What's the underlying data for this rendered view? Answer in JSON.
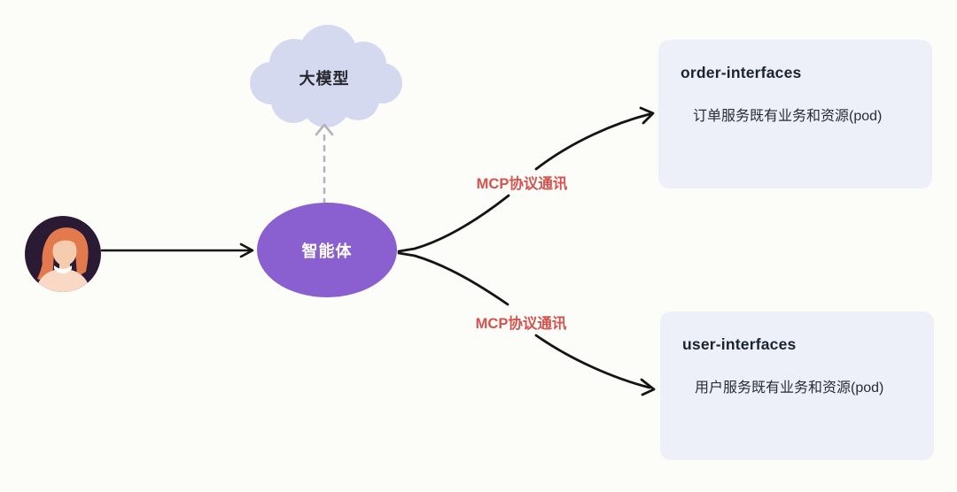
{
  "diagram": {
    "background_color": "#fcfcf9",
    "user": {
      "icon": "female-user-avatar-icon",
      "avatar_bg_color": "#2a1a33",
      "hair_color": "#e27a4e",
      "skin_color": "#f6ccae",
      "shirt_color": "#f9d9c3"
    },
    "model_cloud": {
      "label": "大模型",
      "shape": "cloud",
      "fill_color": "#d4d9ef"
    },
    "agent": {
      "label": "智能体",
      "shape": "ellipse",
      "fill_color": "#8a60d0",
      "text_color": "#ffffff"
    },
    "edges": {
      "user_to_agent": {
        "style": "solid-arrow",
        "color": "#141414"
      },
      "agent_to_model": {
        "style": "dashed-arrow",
        "color": "#b3b4bc"
      },
      "top": {
        "label": "MCP协议通讯",
        "style": "curved-arrow",
        "color": "#141414"
      },
      "bottom": {
        "label": "MCP协议通讯",
        "style": "curved-arrow",
        "color": "#141414"
      },
      "label_color": "#d5534e"
    },
    "services": [
      {
        "title": "order-interfaces",
        "description": "订单服务既有业务和资源(pod)"
      },
      {
        "title": "user-interfaces",
        "description": "用户服务既有业务和资源(pod)"
      }
    ],
    "service_box_color": "#edf0f8"
  }
}
